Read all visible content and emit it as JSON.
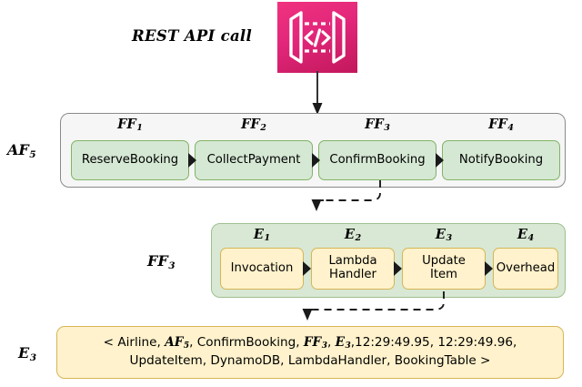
{
  "colors": {
    "api_icon_pink": "#e2267a",
    "green_fill": "#d5e8d4",
    "green_border": "#82b366",
    "yellow_fill": "#fff2cc",
    "yellow_border": "#d6b656",
    "group_gray_fill": "#f6f6f6",
    "group_gray_border": "#8a8a8a",
    "arrow_black": "#1a1a1a"
  },
  "icon": {
    "name": "api-gateway-icon",
    "glyph": "</>"
  },
  "entry": {
    "label": "REST API call"
  },
  "application_flow": {
    "side_label_base": "AF",
    "side_label_sub": "5",
    "captions": [
      {
        "base": "FF",
        "sub": "1"
      },
      {
        "base": "FF",
        "sub": "2"
      },
      {
        "base": "FF",
        "sub": "3"
      },
      {
        "base": "FF",
        "sub": "4"
      }
    ],
    "nodes": [
      {
        "label": "ReserveBooking"
      },
      {
        "label": "CollectPayment"
      },
      {
        "label": "ConfirmBooking"
      },
      {
        "label": "NotifyBooking"
      }
    ]
  },
  "function_flow": {
    "side_label_base": "FF",
    "side_label_sub": "3",
    "captions": [
      {
        "base": "E",
        "sub": "1"
      },
      {
        "base": "E",
        "sub": "2"
      },
      {
        "base": "E",
        "sub": "3"
      },
      {
        "base": "E",
        "sub": "4"
      }
    ],
    "nodes": [
      {
        "line1": "Invocation",
        "line2": ""
      },
      {
        "line1": "Lambda",
        "line2": "Handler"
      },
      {
        "line1": "Update",
        "line2": "Item"
      },
      {
        "line1": "Overhead",
        "line2": ""
      }
    ]
  },
  "event": {
    "side_label_base": "E",
    "side_label_sub": "3",
    "tuple": {
      "open": "< Airline,",
      "af_base": "AF",
      "af_sub": "5",
      "mid1": ", ConfirmBooking,",
      "ff_base": "FF",
      "ff_sub": "3",
      "mid2": ",",
      "e_base": "E",
      "e_sub": "3",
      "timestamps": ",12:29:49.95, 12:29:49.96,",
      "line2": "UpdateItem, DynamoDB, LambdaHandler, BookingTable >"
    }
  }
}
